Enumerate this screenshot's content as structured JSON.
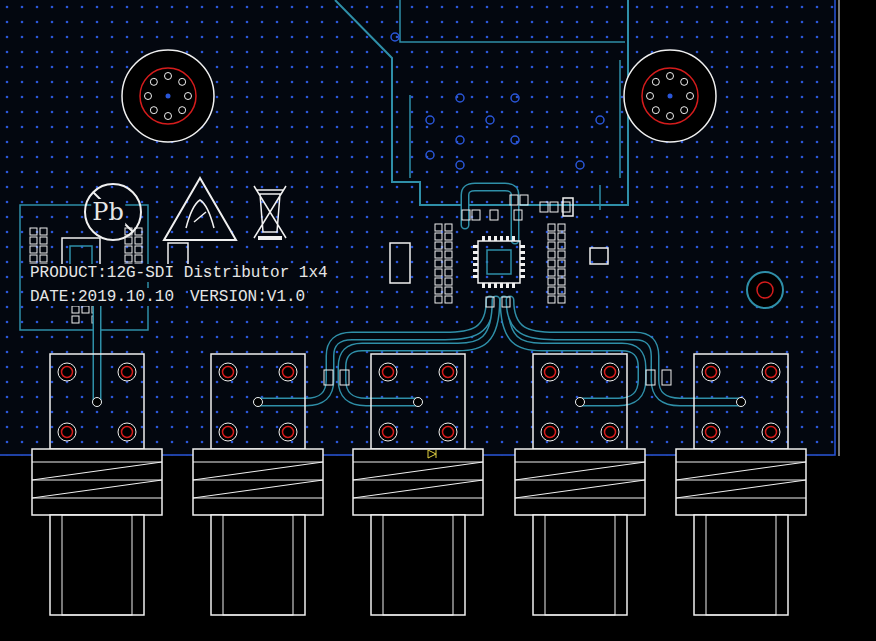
{
  "diagram": {
    "labels": [
      "PRODUCT:12G-SDI Distributor 1x4",
      "DATE:2019.10.10",
      "VERSION:V1.0",
      "Pb"
    ]
  }
}
